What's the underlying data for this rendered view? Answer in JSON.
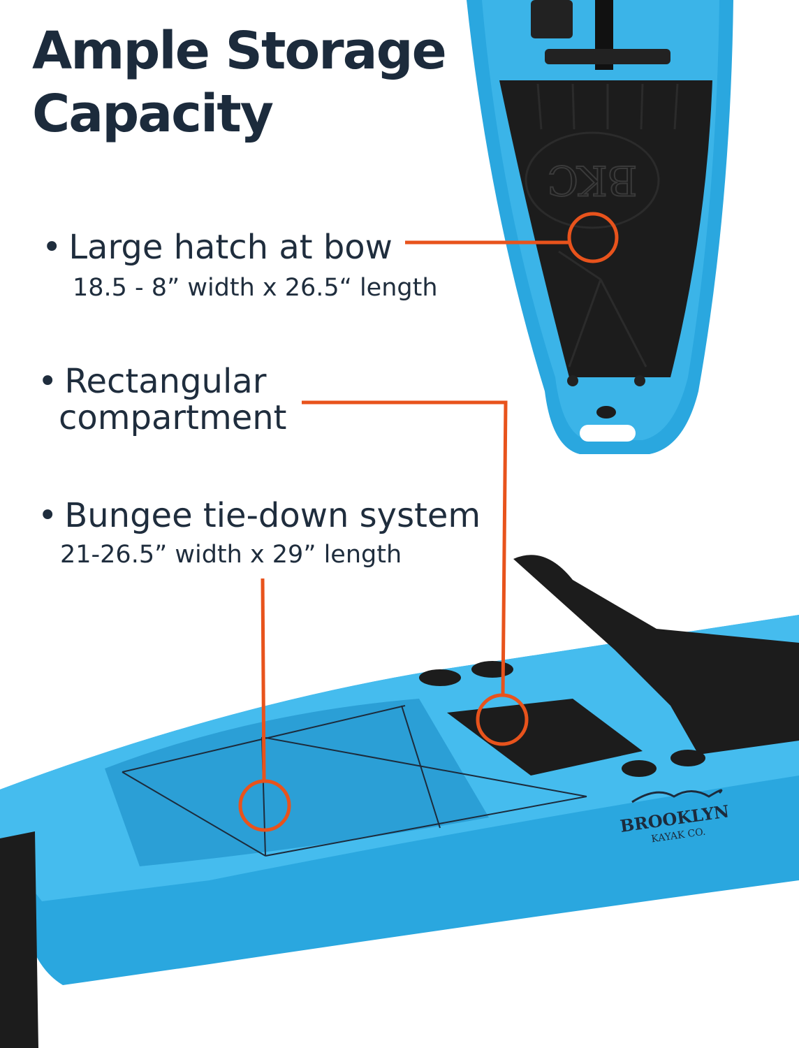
{
  "title": {
    "line1": "Ample Storage",
    "line2": "Capacity"
  },
  "features": [
    {
      "bullet": "•",
      "title": "Large hatch at bow",
      "detail": "18.5 - 8” width x 26.5“ length"
    },
    {
      "bullet": "•",
      "title": "Rectangular",
      "title_cont": "compartment"
    },
    {
      "bullet": "•",
      "title": "Bungee tie-down system",
      "detail": "21-26.5” width x 29” length"
    }
  ],
  "kayak": {
    "hatch_logo": "BKC",
    "brand": "BROOKLYN",
    "brand_sub": "KAYAK CO.",
    "hull_color": "#2aa7df",
    "deck_pad_color": "#1c1c1c",
    "callout_color": "#e8531c"
  }
}
